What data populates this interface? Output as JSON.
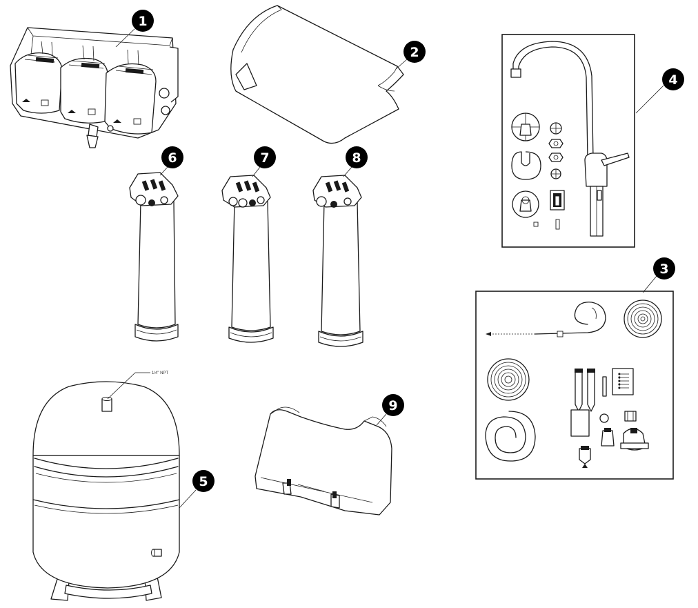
{
  "parts": [
    {
      "id": "part-1",
      "badge": "1"
    },
    {
      "id": "part-2",
      "badge": "2"
    },
    {
      "id": "part-3",
      "badge": "3"
    },
    {
      "id": "part-4",
      "badge": "4"
    },
    {
      "id": "part-5",
      "badge": "5",
      "note": "1/4\" NPT"
    },
    {
      "id": "part-6",
      "badge": "6"
    },
    {
      "id": "part-7",
      "badge": "7"
    },
    {
      "id": "part-8",
      "badge": "8"
    },
    {
      "id": "part-9",
      "badge": "9"
    }
  ],
  "colors": {
    "badge_fill": "#000000",
    "badge_text": "#ffffff",
    "line": "#1a1a1a"
  }
}
